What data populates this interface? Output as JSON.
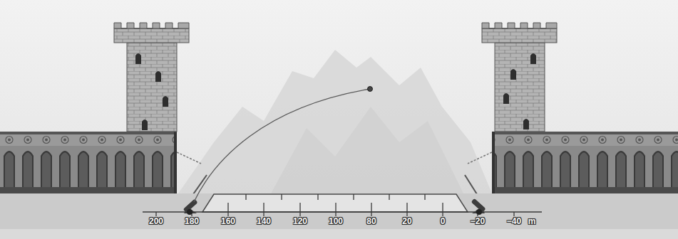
{
  "diagram": {
    "labels": [
      "200",
      "180",
      "160",
      "140",
      "120",
      "100",
      "80",
      "20",
      "0",
      "−20",
      "−40",
      "m"
    ]
  }
}
